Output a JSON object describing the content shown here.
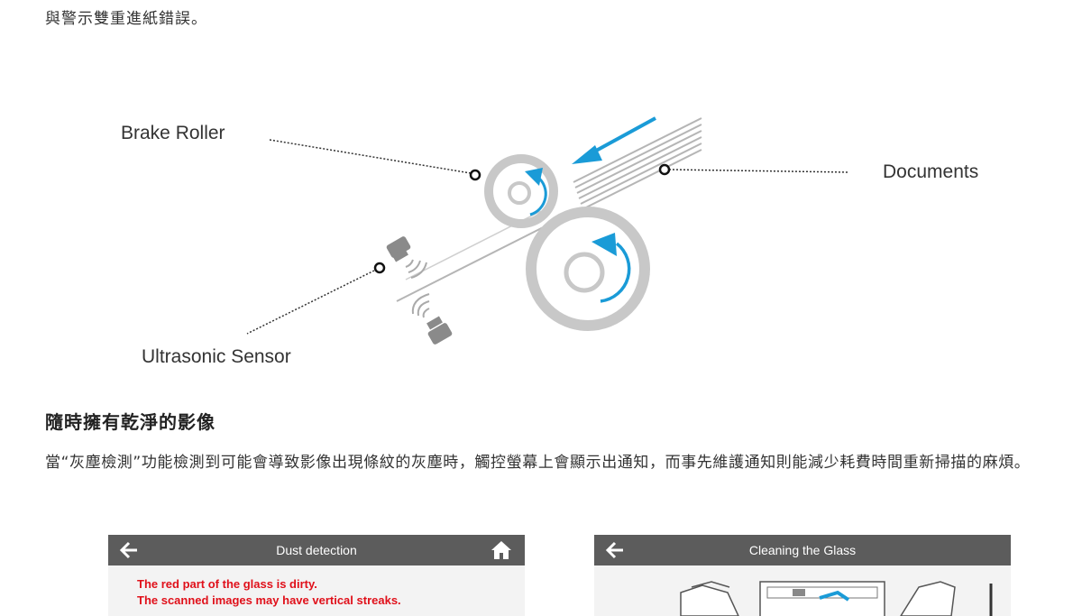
{
  "intro": {
    "text": "與警示雙重進紙錯誤。"
  },
  "diagram": {
    "labels": {
      "brake_roller": "Brake Roller",
      "documents": "Documents",
      "ultrasonic_sensor": "Ultrasonic Sensor"
    },
    "colors": {
      "accent_blue": "#1a9bd7",
      "roller_gray": "#c8c8c8",
      "paper_gray": "#b5b5b5"
    }
  },
  "section": {
    "title": "隨時擁有乾淨的影像",
    "body": "當“灰塵檢測”功能檢測到可能會導致影像出現條紋的灰塵時，觸控螢幕上會顯示出通知，而事先維護通知則能減少耗費時間重新掃描的麻煩。"
  },
  "screens": {
    "dust": {
      "title": "Dust detection",
      "back_icon": "back-arrow-icon",
      "home_icon": "home-icon",
      "message_line1": "The red part of the glass is dirty.",
      "message_line2": "The scanned images may have vertical streaks."
    },
    "cleaning": {
      "title": "Cleaning the Glass",
      "back_icon": "back-arrow-icon"
    }
  }
}
